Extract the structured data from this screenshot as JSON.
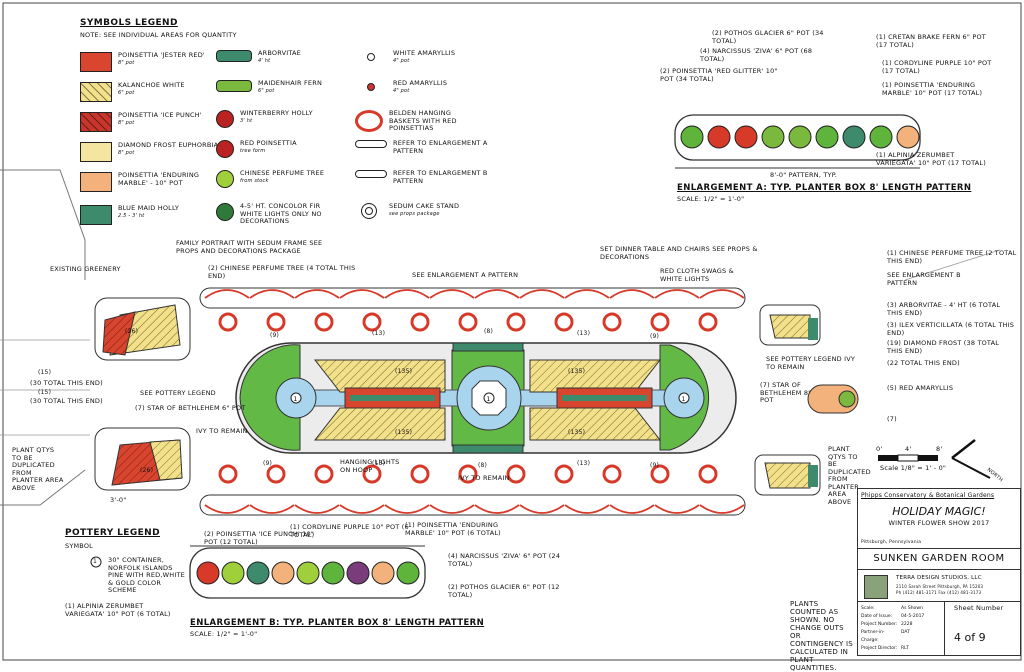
{
  "colors": {
    "red": "#d83a2a",
    "yellow": "#f2e08a",
    "green": "#5fb43c",
    "blue": "#a9d4ee",
    "teal": "#3e8a6c",
    "orange": "#f3b27c",
    "ink": "#222"
  },
  "legend": {
    "title": "SYMBOLS LEGEND",
    "note": "NOTE: SEE INDIVIDUAL AREAS FOR QUANTITY",
    "col1": [
      {
        "name": "POINSETTIA 'JESTER RED'",
        "size": "8\" pot",
        "swatch": "#d9452f"
      },
      {
        "name": "KALANCHOE WHITE",
        "size": "6\" pot",
        "swatch": "#f2e08a"
      },
      {
        "name": "POINSETTIA 'ICE PUNCH'",
        "size": "8\" pot",
        "swatch": "#c8352a"
      },
      {
        "name": "DIAMOND FROST EUPHORBIA",
        "size": "8\" pot",
        "swatch": "#f4e5a0"
      },
      {
        "name": "POINSETTIA 'ENDURING MARBLE' - 10\" pot",
        "size": "",
        "swatch": "#f3b27c"
      },
      {
        "name": "BLUE MAID HOLLY",
        "size": "2.5 - 3' ht",
        "swatch": "#3e8a6c"
      }
    ],
    "col2": [
      {
        "name": "ARBORVITAE",
        "size": "4' ht"
      },
      {
        "name": "MAIDENHAIR FERN",
        "size": "6\" pot"
      },
      {
        "name": "WINTERBERRY HOLLY",
        "size": "3' ht"
      },
      {
        "name": "RED POINSETTIA",
        "size": "tree form"
      },
      {
        "name": "CHINESE PERFUME TREE",
        "size": "from stock"
      },
      {
        "name": "4-5' HT. CONCOLOR FIR WHITE LIGHTS ONLY NO DECORATIONS",
        "size": ""
      }
    ],
    "col3": [
      {
        "name": "WHITE AMARYLLIS",
        "size": "4\" pot"
      },
      {
        "name": "RED AMARYLLIS",
        "size": "4\" pot"
      },
      {
        "name": "BELDEN HANGING BASKETS WITH RED POINSETTIAS",
        "size": ""
      },
      {
        "name": "REFER TO ENLARGEMENT A PATTERN",
        "size": ""
      },
      {
        "name": "REFER TO ENLARGEMENT B PATTERN",
        "size": ""
      },
      {
        "name": "SEDUM CAKE STAND",
        "size": "see props package"
      }
    ]
  },
  "enlargement_a": {
    "title": "ENLARGEMENT A: TYP. PLANTER BOX 8' LENGTH PATTERN",
    "scale": "SCALE: 1/2\" = 1'-0\"",
    "pattern": "8'-0\" PATTERN, TYP.",
    "labels": [
      "(2) POTHOS GLACIER 6\" pot (34 total)",
      "(4) NARCISSUS 'ZIVA' 6\" pot (68 total)",
      "(2) POINSETTIA 'RED GLITTER' 10\" pot (34 total)",
      "(1) CRETAN BRAKE FERN 6\" pot (17 total)",
      "(1) CORDYLINE PURPLE 10\" pot (17 total)",
      "(1) POINSETTIA 'ENDURING MARBLE' 10\" pot (17 total)",
      "(1) ALPINIA ZERUMBET VARIEGATA' 10\" pot (17 total)"
    ]
  },
  "enlargement_b": {
    "title": "ENLARGEMENT B: TYP. PLANTER BOX 8' LENGTH PATTERN",
    "scale": "SCALE: 1/2\" = 1'-0\"",
    "labels": [
      "(2) POINSETTIA 'ICE PUNCH' 10\" pot (12 total)",
      "(1) CORDYLINE PURPLE 10\" pot (6 total)",
      "(1) POINSETTIA 'ENDURING MARBLE' 10\" pot (6 total)",
      "(4) NARCISSUS 'ZIVA' 6\" pot (24 total)",
      "(2) POTHOS GLACIER 6\" pot (12 total)",
      "(1) ALPINIA ZERUMBET VARIEGATA' 10\" pot (6 total)"
    ]
  },
  "pottery": {
    "title": "POTTERY LEGEND",
    "sub": "SYMBOL",
    "num": "1",
    "desc": "30\" CONTAINER, NORFOLK ISLANDS PINE WITH RED,WHITE & GOLD COLOR SCHEME"
  },
  "plan_labels": {
    "existing": "EXISTING GREENERY",
    "family": "FAMILY PORTRAIT WITH SEDUM FRAME SEE PROPS AND DECORATIONS PACKAGE",
    "perfume_left": "(2) CHINESE PERFUME TREE (4 TOTAL THIS END)",
    "see_a": "SEE ENLARGEMENT A PATTERN",
    "dinner": "SET DINNER TABLE AND CHAIRS SEE PROPS & DECORATIONS",
    "red_cloth": "RED CLOTH SWAGS & WHITE LIGHTS",
    "perfume_right": "(1) CHINESE PERFUME TREE (2 TOTAL THIS END)",
    "see_b": "SEE ENLARGEMENT B PATTERN",
    "arborvitae": "(3) ARBORVITAE - 4' ht (6 TOTAL THIS END)",
    "ilex": "(3) ILEX VERTICILLATA (6 TOTAL THIS END)",
    "diamond": "(19) DIAMOND FROST (38 TOTAL THIS END)",
    "total22": "(22 TOTAL THIS END)",
    "red_amaryllis": "(5) RED AMARYLLIS",
    "seven": "(7)",
    "see_pottery_r": "SEE POTTERY LEGEND IVY TO REMAIN",
    "star_r": "(7) STAR OF BETHLEHEM 8\" pot",
    "see_pottery_l": "SEE POTTERY LEGEND",
    "star_l": "(7) STAR OF BETHLEHEM 6\" pot",
    "ivy_l": "IVY TO REMAIN",
    "ivy_c": "IVY TO REMAIN",
    "hanging": "HANGING LIGHTS ON HOOP",
    "total30a": "(30 TOTAL THIS END)",
    "total30b": "(30 TOTAL THIS END)",
    "plant_qty_l": "PLANT QTYS TO BE DUPLICATED FROM PLANTER AREA ABOVE",
    "plant_qty_r": "PLANT QTYS TO BE DUPLICATED FROM PLANTER AREA ABOVE",
    "counts": [
      "(9)",
      "(13)",
      "(8)",
      "(13)",
      "(9)",
      "(135)",
      "(135)",
      "(135)",
      "(135)",
      "(9)",
      "(13)",
      "(8)",
      "(13)",
      "(9)",
      "(26)",
      "(26)",
      "(15)",
      "(15)"
    ],
    "dim": "3'-0\""
  },
  "scale_bar": {
    "a": "0'",
    "b": "4'",
    "c": "8'",
    "label": "Scale 1/8\" = 1' - 0\"",
    "north": "NORTH"
  },
  "title_block": {
    "org": "Phipps Conservatory & Botanical Gardens",
    "show": "HOLIDAY MAGIC!",
    "show_sub": "WINTER FLOWER SHOW 2017",
    "city": "Pittsburgh, Pennsylvania",
    "room": "SUNKEN GARDEN ROOM",
    "firm": "TERRA DESIGN STUDIOS, LLC",
    "firm_addr": "2110 Sarah Street  Pittsburgh, PA 15203",
    "firm_ph": "Ph (412) 481-3171  Fax (412) 481-3173",
    "meta_labels": [
      "Scale:",
      "Date of Issue:",
      "Project Number:",
      "Partner-in-Charge:",
      "Project Director:"
    ],
    "meta_values": [
      "As Shown",
      "04-5-2017",
      "2228",
      "DAT",
      "RLT"
    ],
    "sheet_label": "Sheet Number",
    "sheet": "4 of 9",
    "note": "PLANTS COUNTED AS SHOWN. NO CHANGE OUTS OR CONTINGENCY IS CALCULATED IN PLANT QUANTITIES."
  }
}
